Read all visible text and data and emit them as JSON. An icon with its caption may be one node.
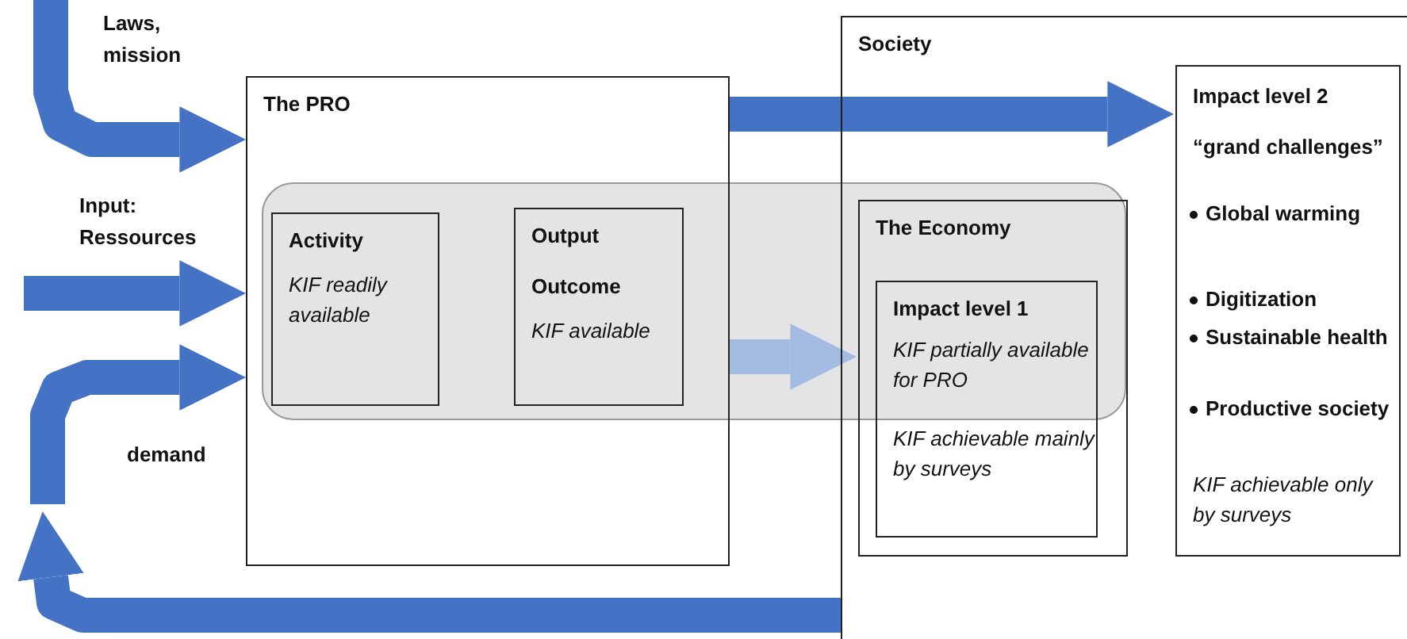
{
  "diagram": {
    "nodes": [
      {
        "text": [
          "The PRO"
        ]
      },
      {
        "text": [
          "Society"
        ]
      },
      {
        "text": [
          "Activity",
          "KIF readily available"
        ],
        "in": 0
      },
      {
        "text": [
          "Output",
          "Outcome",
          "KIF available"
        ],
        "in": 0
      },
      {
        "text": [
          "The Economy"
        ],
        "in": 1
      },
      {
        "text": [
          "Impact level 1",
          "KIF  partially available for PRO",
          "KIF achievable mainly by surveys"
        ],
        "in": 4
      },
      {
        "text": [
          "Impact level 2",
          "“grand challenges”",
          "Global warming",
          "Digitization",
          "Sustainable health",
          "Productive society",
          "KIF achievable only by surveys"
        ],
        "in": 1
      }
    ],
    "edges": [
      {
        "from": null,
        "to": 0,
        "arrow": "to",
        "label": "Laws, mission"
      },
      {
        "from": null,
        "to": 0,
        "arrow": "to",
        "label": "Input: Ressources"
      },
      {
        "from": null,
        "to": 0,
        "arrow": "to",
        "label": "demand"
      },
      {
        "from": 0,
        "to": 6,
        "arrow": "to"
      },
      {
        "from": 1,
        "to": null,
        "arrow": "to"
      },
      {
        "from": 0,
        "to": 4,
        "arrow": "to",
        "color": "#a3bbe0"
      }
    ]
  }
}
